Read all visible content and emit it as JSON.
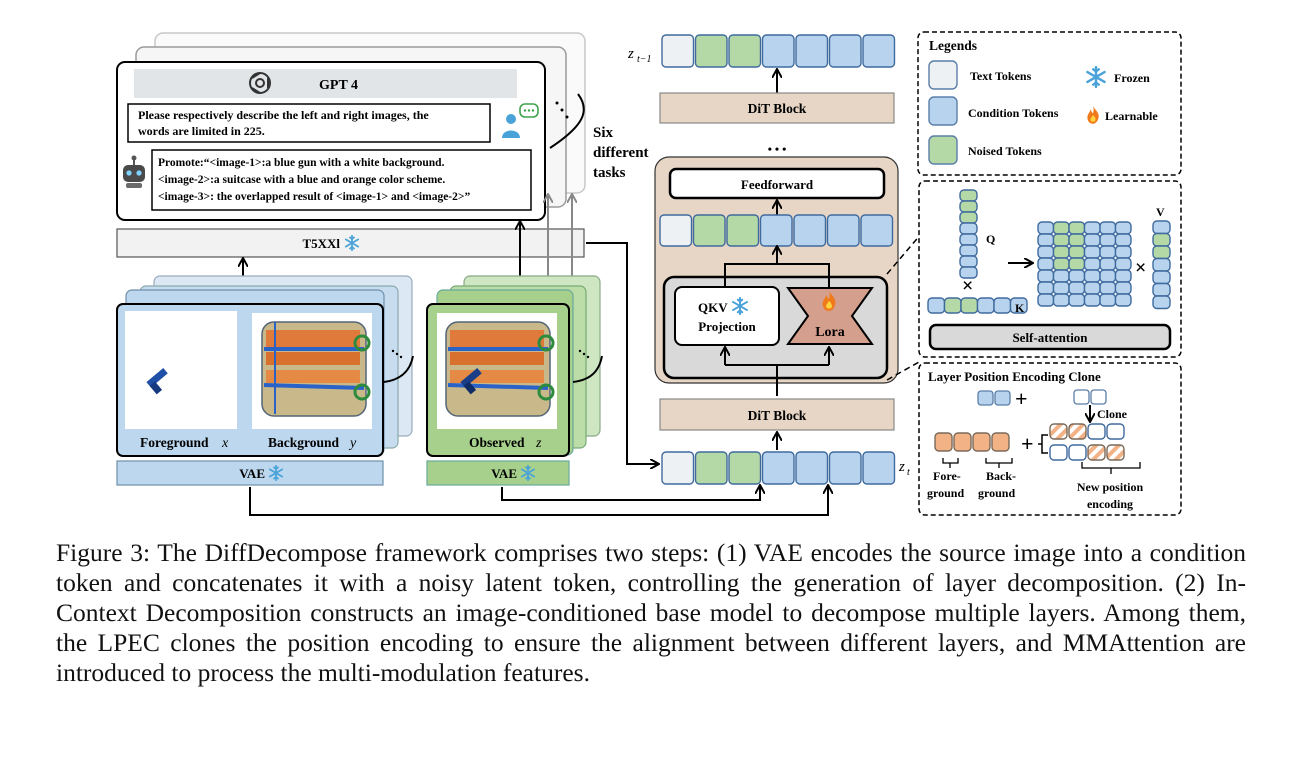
{
  "figure": {
    "gpt_title": "GPT 4",
    "user_prompt_line1": "Please respectively describe the left and right images, the",
    "user_prompt_line2": "words are limited in 225.",
    "promote_line1": "Promote:“<image-1>:a blue gun with a white background.",
    "promote_line2": "<image-2>:a suitcase with a blue and orange color scheme.",
    "promote_line3": "<image-3>: the overlapped result of <image-1> and <image-2>”",
    "six_tasks_line1": "Six",
    "six_tasks_line2": "different",
    "six_tasks_line3": "tasks",
    "t5_label": "T5XXl",
    "fg_label": "Foreground",
    "fg_var": "x",
    "bg_label": "Background",
    "bg_var": "y",
    "obs_label": "Observed",
    "obs_var": "z",
    "vae_label": "VAE",
    "z_prev": "z",
    "z_prev_sub": "t−1",
    "z_t": "z",
    "z_t_sub": "t",
    "dit_block": "DiT Block",
    "ellipsis": "• • •",
    "feedforward": "Feedforward",
    "qkv_line1": "QKV",
    "qkv_line2": "Projection",
    "lora": "Lora",
    "q_label": "Q",
    "k_label": "K",
    "v_label": "V",
    "self_attention": "Self-attention",
    "legend_title": "Legends",
    "legend_text_tokens": "Text Tokens",
    "legend_condition_tokens": "Condition Tokens",
    "legend_noised_tokens": "Noised Tokens",
    "legend_frozen": "Frozen",
    "legend_learnable": "Learnable",
    "lpec_title": "Layer Position Encoding Clone",
    "clone": "Clone",
    "fore_1": "Fore-",
    "fore_2": "ground",
    "back_1": "Back-",
    "back_2": "ground",
    "newpos_1": "New position",
    "newpos_2": "encoding",
    "colors": {
      "text_token": "#eef1f4",
      "condition_token": "#b8d3ee",
      "noised_token": "#b5d9a6",
      "dit_fill": "#e7d6c6",
      "lora_fill": "#d59f8d",
      "orange_token": "#f2b286",
      "blue_panel": "#bdd7ee",
      "green_panel": "#a8d08d"
    }
  },
  "caption": "Figure 3: The DiffDecompose framework comprises two steps: (1) VAE encodes the source image into a condition token and concatenates it with a noisy latent token, controlling the generation of layer decomposition. (2) In-Context Decomposition constructs an image-conditioned base model to decompose multiple layers. Among them, the LPEC clones the position encoding to ensure the alignment between different layers, and MMAttention are introduced to process the multi-modulation features."
}
